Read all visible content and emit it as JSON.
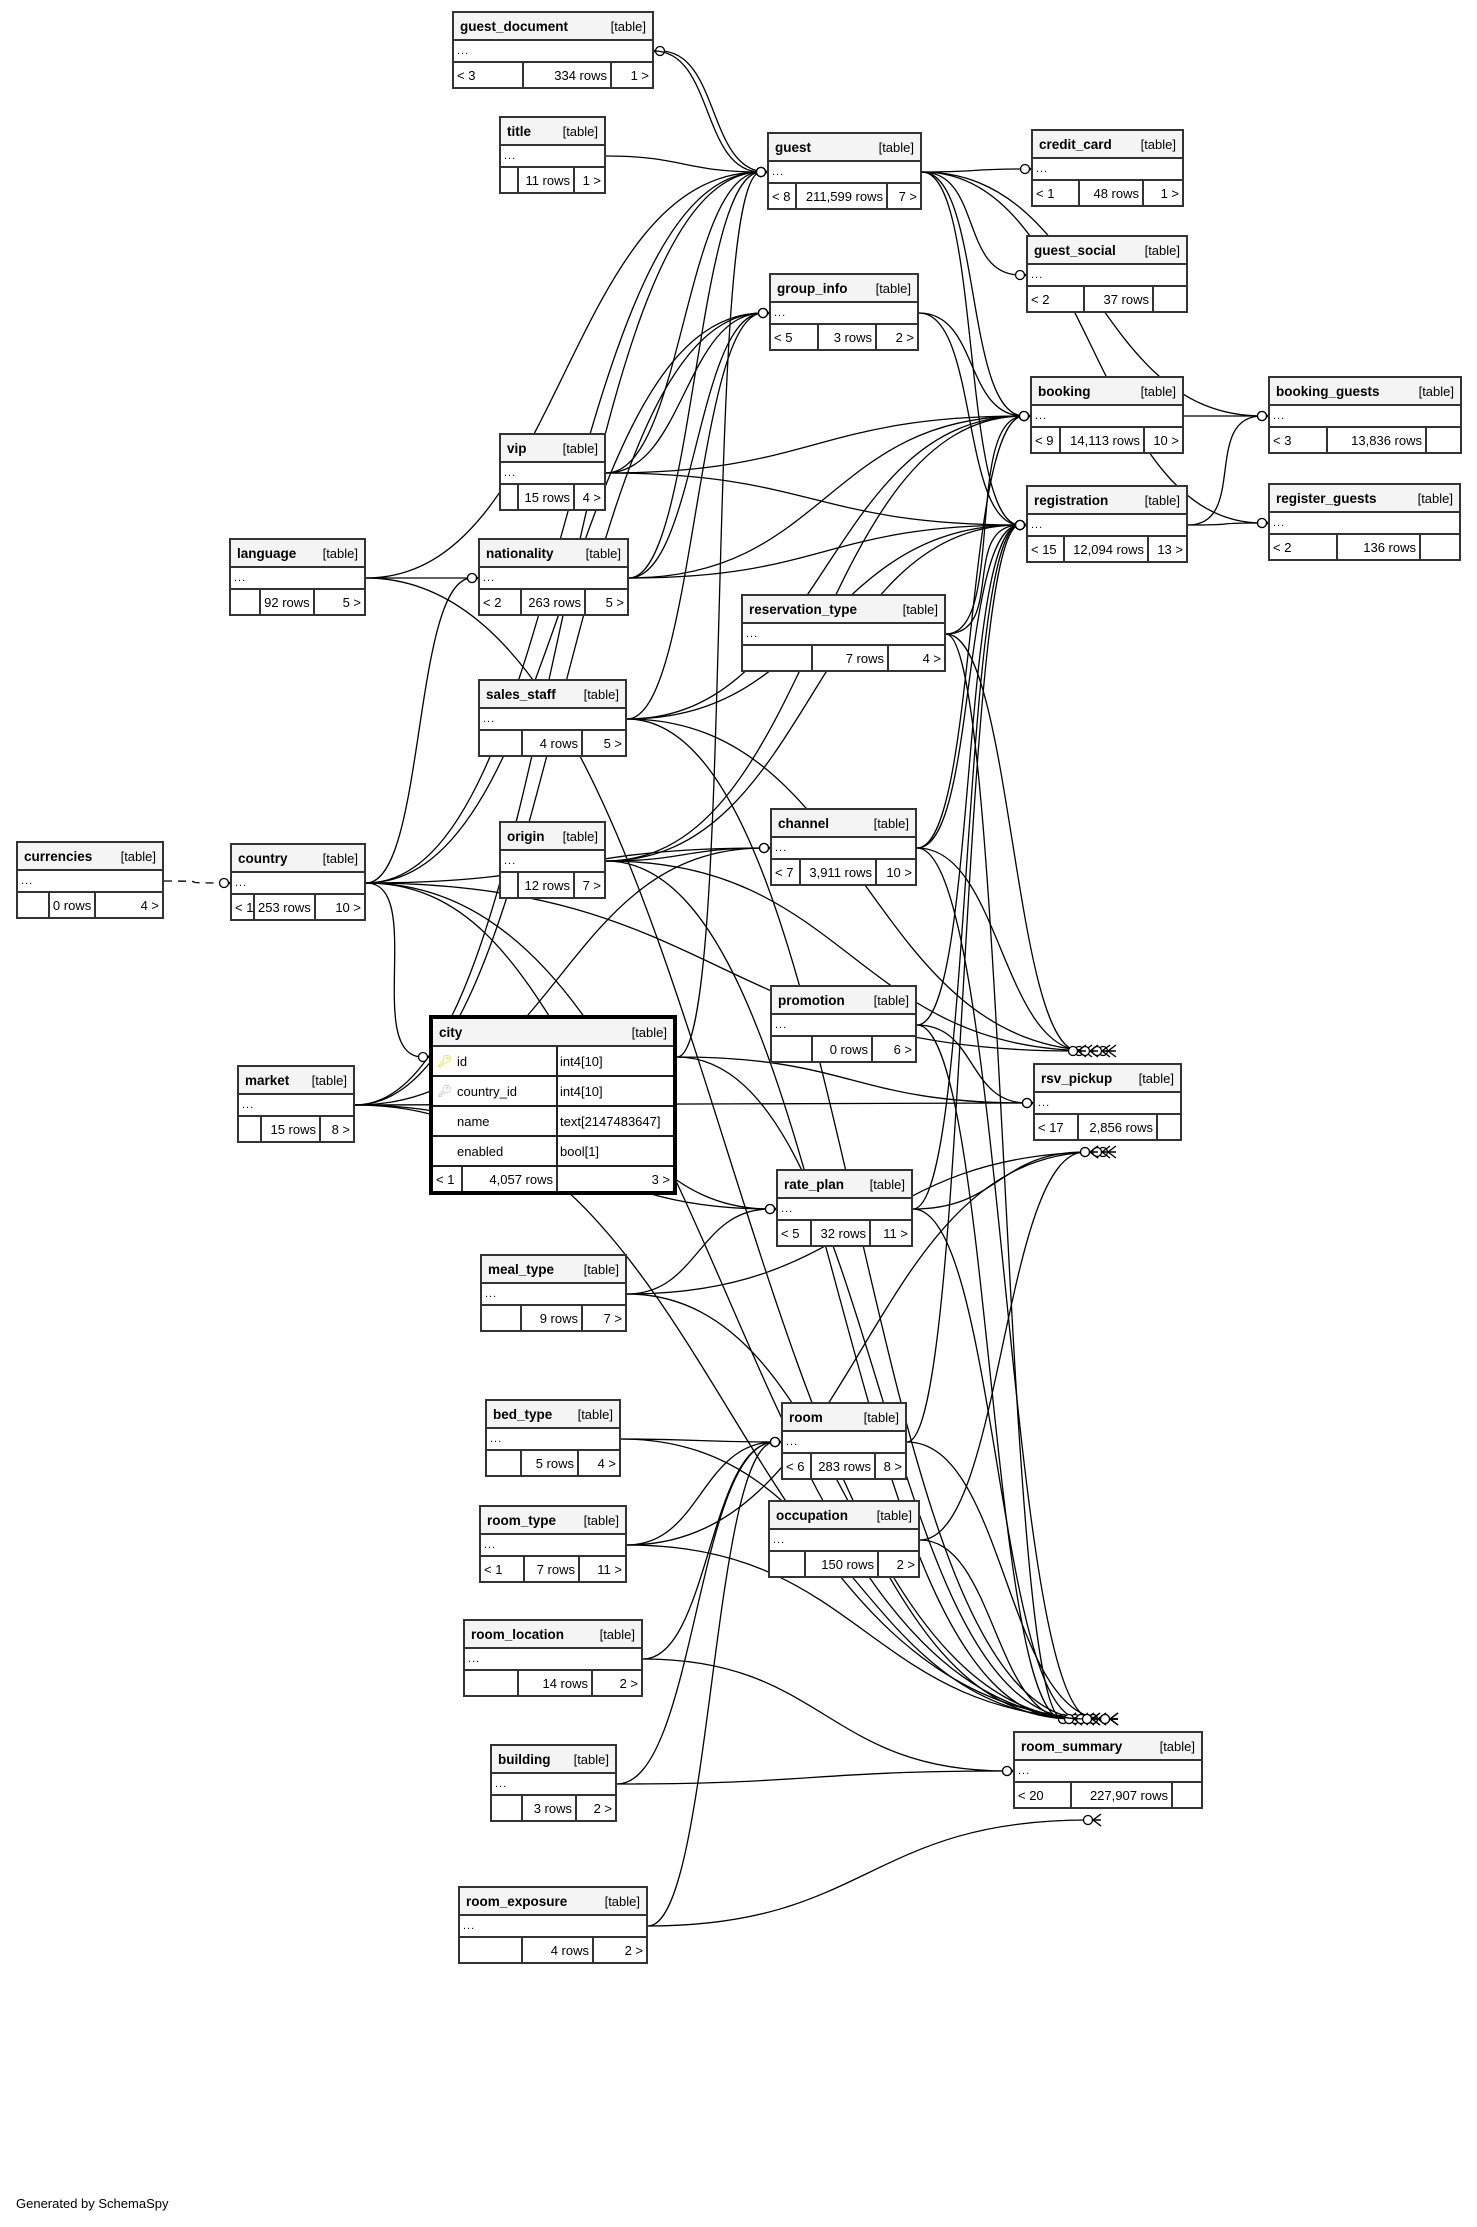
{
  "diagram": {
    "footer": "Generated by SchemaSpy",
    "kind_label": "[table]",
    "columns_placeholder": "...",
    "tables": [
      {
        "name": "guest_document",
        "in": "< 3",
        "rows": "334 rows",
        "out": "1 >"
      },
      {
        "name": "title",
        "in": "",
        "rows": "11 rows",
        "out": "1 >"
      },
      {
        "name": "guest",
        "in": "< 8",
        "rows": "211,599 rows",
        "out": "7 >"
      },
      {
        "name": "credit_card",
        "in": "< 1",
        "rows": "48 rows",
        "out": "1 >"
      },
      {
        "name": "guest_social",
        "in": "< 2",
        "rows": "37 rows",
        "out": ""
      },
      {
        "name": "group_info",
        "in": "< 5",
        "rows": "3 rows",
        "out": "2 >"
      },
      {
        "name": "booking",
        "in": "< 9",
        "rows": "14,113 rows",
        "out": "10 >"
      },
      {
        "name": "booking_guests",
        "in": "< 3",
        "rows": "13,836 rows",
        "out": ""
      },
      {
        "name": "registration",
        "in": "< 15",
        "rows": "12,094 rows",
        "out": "13 >"
      },
      {
        "name": "register_guests",
        "in": "< 2",
        "rows": "136 rows",
        "out": ""
      },
      {
        "name": "vip",
        "in": "",
        "rows": "15 rows",
        "out": "4 >"
      },
      {
        "name": "language",
        "in": "",
        "rows": "92 rows",
        "out": "5 >"
      },
      {
        "name": "nationality",
        "in": "< 2",
        "rows": "263 rows",
        "out": "5 >"
      },
      {
        "name": "reservation_type",
        "in": "",
        "rows": "7 rows",
        "out": "4 >"
      },
      {
        "name": "sales_staff",
        "in": "",
        "rows": "4 rows",
        "out": "5 >"
      },
      {
        "name": "currencies",
        "in": "",
        "rows": "0 rows",
        "out": "4 >"
      },
      {
        "name": "country",
        "in": "< 1",
        "rows": "253 rows",
        "out": "10 >"
      },
      {
        "name": "origin",
        "in": "",
        "rows": "12 rows",
        "out": "7 >"
      },
      {
        "name": "channel",
        "in": "< 7",
        "rows": "3,911 rows",
        "out": "10 >"
      },
      {
        "name": "promotion",
        "in": "",
        "rows": "0 rows",
        "out": "6 >"
      },
      {
        "name": "rsv_pickup",
        "in": "< 17",
        "rows": "2,856 rows",
        "out": ""
      },
      {
        "name": "market",
        "in": "",
        "rows": "15 rows",
        "out": "8 >"
      },
      {
        "name": "rate_plan",
        "in": "< 5",
        "rows": "32 rows",
        "out": "11 >"
      },
      {
        "name": "meal_type",
        "in": "",
        "rows": "9 rows",
        "out": "7 >"
      },
      {
        "name": "bed_type",
        "in": "",
        "rows": "5 rows",
        "out": "4 >"
      },
      {
        "name": "room",
        "in": "< 6",
        "rows": "283 rows",
        "out": "8 >"
      },
      {
        "name": "room_type",
        "in": "< 1",
        "rows": "7 rows",
        "out": "11 >"
      },
      {
        "name": "occupation",
        "in": "",
        "rows": "150 rows",
        "out": "2 >"
      },
      {
        "name": "room_location",
        "in": "",
        "rows": "14 rows",
        "out": "2 >"
      },
      {
        "name": "room_summary",
        "in": "< 20",
        "rows": "227,907 rows",
        "out": ""
      },
      {
        "name": "building",
        "in": "",
        "rows": "3 rows",
        "out": "2 >"
      },
      {
        "name": "room_exposure",
        "in": "",
        "rows": "4 rows",
        "out": "2 >"
      }
    ],
    "focus_table": {
      "name": "city",
      "columns": [
        {
          "name": "id",
          "type": "int4[10]",
          "key": "primary-key"
        },
        {
          "name": "country_id",
          "type": "int4[10]",
          "key": "foreign-key"
        },
        {
          "name": "name",
          "type": "text[2147483647]",
          "key": ""
        },
        {
          "name": "enabled",
          "type": "bool[1]",
          "key": ""
        }
      ],
      "in": "< 1",
      "rows": "4,057 rows",
      "out": "3 >"
    },
    "relationships": [
      [
        "guest",
        "guest_document"
      ],
      [
        "guest_document",
        "guest"
      ],
      [
        "title",
        "guest"
      ],
      [
        "country",
        "guest"
      ],
      [
        "language",
        "guest"
      ],
      [
        "nationality",
        "guest"
      ],
      [
        "vip",
        "guest"
      ],
      [
        "market",
        "guest"
      ],
      [
        "city",
        "guest"
      ],
      [
        "guest",
        "credit_card"
      ],
      [
        "guest",
        "guest_social"
      ],
      [
        "guest",
        "booking"
      ],
      [
        "guest",
        "registration"
      ],
      [
        "guest",
        "booking_guests"
      ],
      [
        "guest",
        "register_guests"
      ],
      [
        "vip",
        "group_info"
      ],
      [
        "nationality",
        "group_info"
      ],
      [
        "country",
        "group_info"
      ],
      [
        "sales_staff",
        "group_info"
      ],
      [
        "market",
        "group_info"
      ],
      [
        "group_info",
        "booking"
      ],
      [
        "group_info",
        "registration"
      ],
      [
        "booking",
        "booking_guests"
      ],
      [
        "registration",
        "booking_guests"
      ],
      [
        "registration",
        "register_guests"
      ],
      [
        "vip",
        "booking"
      ],
      [
        "vip",
        "registration"
      ],
      [
        "nationality",
        "booking"
      ],
      [
        "nationality",
        "registration"
      ],
      [
        "reservation_type",
        "booking"
      ],
      [
        "reservation_type",
        "registration"
      ],
      [
        "reservation_type",
        "rsv_pickup"
      ],
      [
        "reservation_type",
        "room_summary"
      ],
      [
        "sales_staff",
        "booking"
      ],
      [
        "sales_staff",
        "registration"
      ],
      [
        "sales_staff",
        "rsv_pickup"
      ],
      [
        "sales_staff",
        "room_summary"
      ],
      [
        "origin",
        "booking"
      ],
      [
        "origin",
        "registration"
      ],
      [
        "origin",
        "channel"
      ],
      [
        "origin",
        "rsv_pickup"
      ],
      [
        "origin",
        "room_summary"
      ],
      [
        "channel",
        "booking"
      ],
      [
        "channel",
        "registration"
      ],
      [
        "channel",
        "rsv_pickup"
      ],
      [
        "channel",
        "room_summary"
      ],
      [
        "promotion",
        "registration"
      ],
      [
        "promotion",
        "rsv_pickup"
      ],
      [
        "promotion",
        "room_summary"
      ],
      [
        "rate_plan",
        "registration"
      ],
      [
        "rate_plan",
        "rsv_pickup"
      ],
      [
        "rate_plan",
        "room_summary"
      ],
      [
        "market",
        "channel"
      ],
      [
        "market",
        "rate_plan"
      ],
      [
        "market",
        "rsv_pickup"
      ],
      [
        "market",
        "room_summary"
      ],
      [
        "country",
        "nationality"
      ],
      [
        "language",
        "nationality"
      ],
      [
        "country",
        "city"
      ],
      [
        "currencies",
        "country"
      ],
      [
        "country",
        "rsv_pickup"
      ],
      [
        "country",
        "room_summary"
      ],
      [
        "country",
        "channel"
      ],
      [
        "country",
        "rate_plan"
      ],
      [
        "meal_type",
        "rate_plan"
      ],
      [
        "meal_type",
        "rsv_pickup"
      ],
      [
        "meal_type",
        "room_summary"
      ],
      [
        "bed_type",
        "room"
      ],
      [
        "bed_type",
        "room_summary"
      ],
      [
        "room_type",
        "room"
      ],
      [
        "room_type",
        "rsv_pickup"
      ],
      [
        "room_type",
        "room_summary"
      ],
      [
        "room_location",
        "room"
      ],
      [
        "room_location",
        "room_summary"
      ],
      [
        "building",
        "room"
      ],
      [
        "building",
        "room_summary"
      ],
      [
        "room_exposure",
        "room"
      ],
      [
        "room_exposure",
        "room_summary"
      ],
      [
        "room",
        "registration"
      ],
      [
        "room",
        "room_summary"
      ],
      [
        "occupation",
        "rsv_pickup"
      ],
      [
        "occupation",
        "room_summary"
      ],
      [
        "city",
        "rsv_pickup"
      ],
      [
        "city",
        "room_summary"
      ],
      [
        "language",
        "room_summary"
      ]
    ]
  }
}
